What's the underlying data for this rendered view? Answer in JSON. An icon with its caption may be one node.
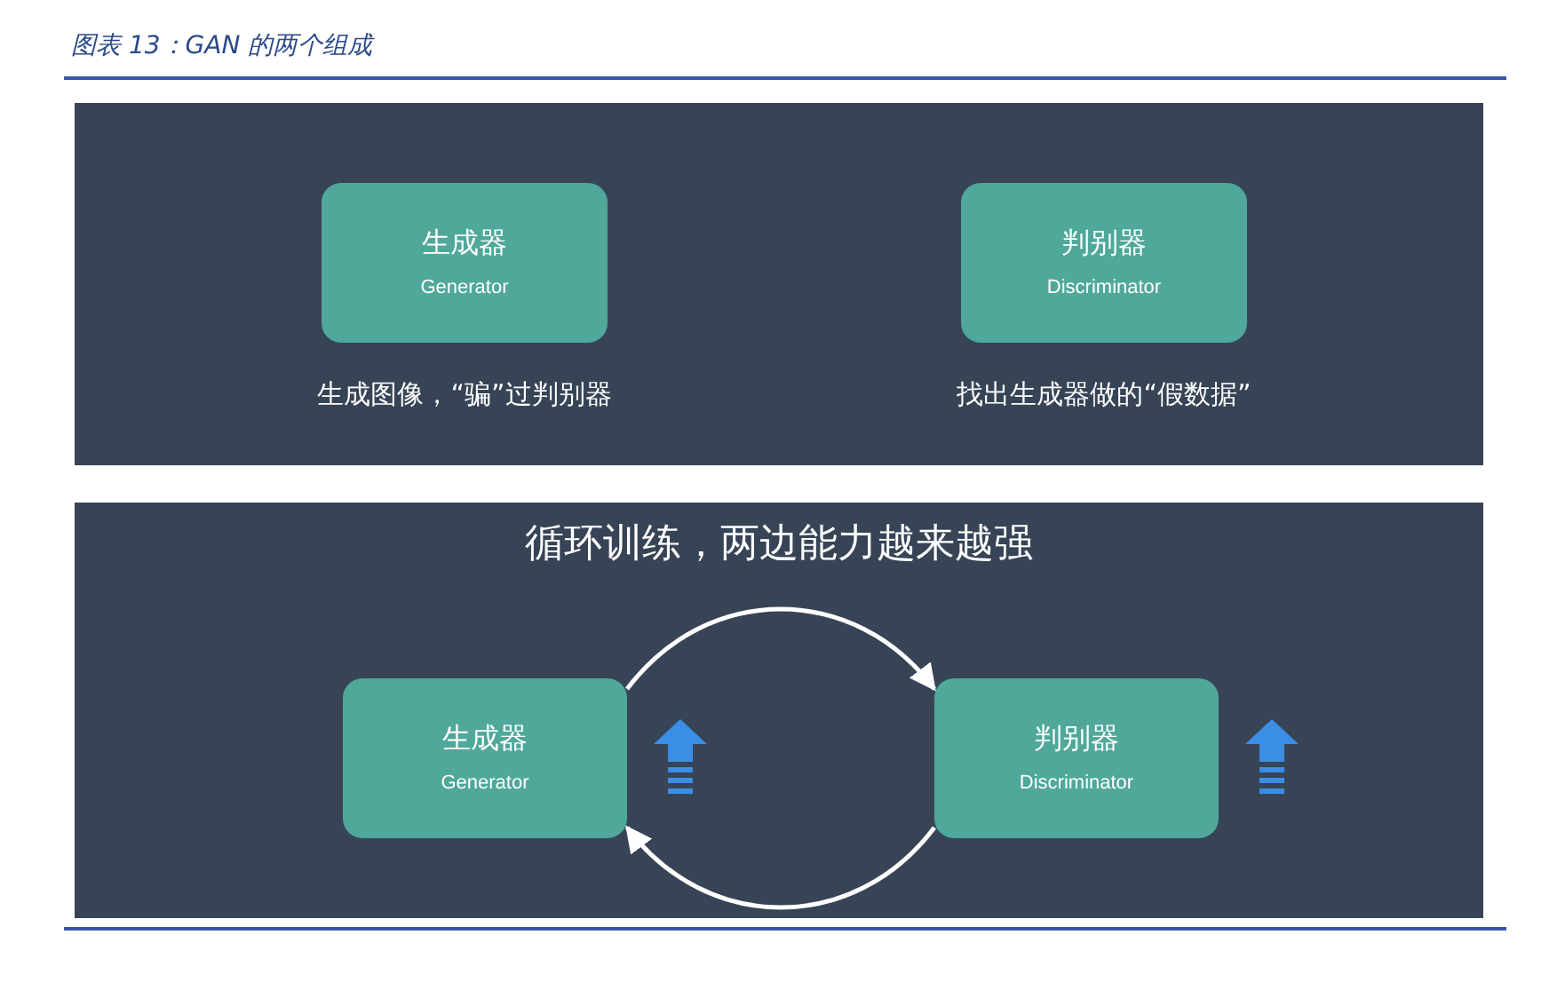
{
  "diagram": {
    "title": "图表 13：GAN 的两个组成",
    "nodes": [
      {
        "text": [],
        "shape": "box"
      },
      {
        "text": [
          "生成器",
          "Generator"
        ],
        "in": 0,
        "beside": [
          "生成图像，“骗”过判别器"
        ]
      },
      {
        "text": [
          "判别器",
          "Discriminator"
        ],
        "in": 0,
        "beside": [
          "找出生成器做的“假数据”"
        ]
      },
      {
        "text": [
          "循环训练，两边能力越来越强"
        ]
      },
      {
        "text": [
          "生成器",
          "Generator"
        ],
        "in": 3
      },
      {
        "text": [
          "判别器",
          "Discriminator"
        ],
        "in": 3
      }
    ],
    "edges": [
      {
        "from": 4,
        "to": 5,
        "arrow": "to"
      },
      {
        "from": 5,
        "to": 4,
        "arrow": "to"
      }
    ]
  }
}
